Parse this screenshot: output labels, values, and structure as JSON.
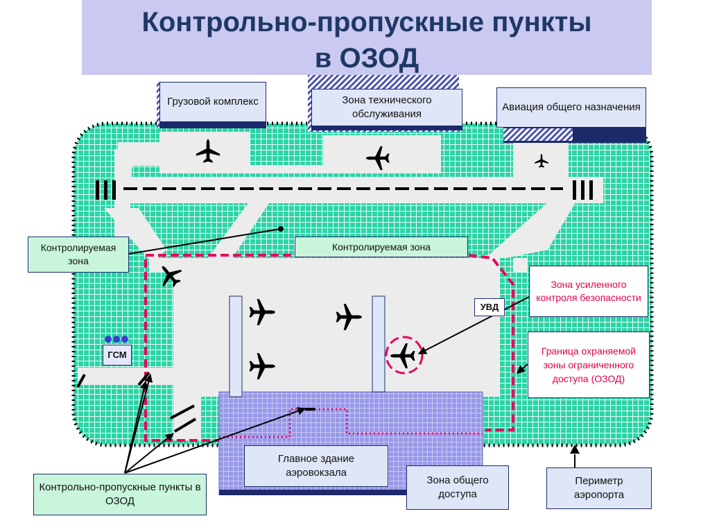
{
  "title": {
    "line1": "Контрольно-пропускные пункты",
    "line2": "в ОЗОД"
  },
  "labels": {
    "cargo": "Грузовой комплекс",
    "maintenance": "Зона технического обслуживания",
    "general_aviation": "Авиация общего назначения",
    "controlled_zone_left": "Контролируемая зона",
    "controlled_zone_center": "Контролируемая зона",
    "enhanced_control": "Зона усиленного контроля безопасности",
    "border": "Граница охраняемой зоны ограниченного доступа (ОЗОД)",
    "uvd": "УВД",
    "gsm": "ГСМ",
    "terminal": "Главное здание аэровокзала",
    "public_zone": "Зона общего доступа",
    "checkpoints": "Контрольно-пропускные пункты в ОЗОД",
    "perimeter": "Периметр аэропорта"
  },
  "colors": {
    "grid_fill": "#2dd3a6",
    "grid_line": "#e6fff6",
    "pavement": "#ececec",
    "terminal_fill": "#9898e8",
    "restricted_border": "#e8005a",
    "title_band": "#c9c9f2",
    "title_text": "#1f3864",
    "alert_text": "#e0004d"
  },
  "icons": [
    "airplane-icon",
    "fuel-tanks-icon",
    "arrow-icon"
  ]
}
